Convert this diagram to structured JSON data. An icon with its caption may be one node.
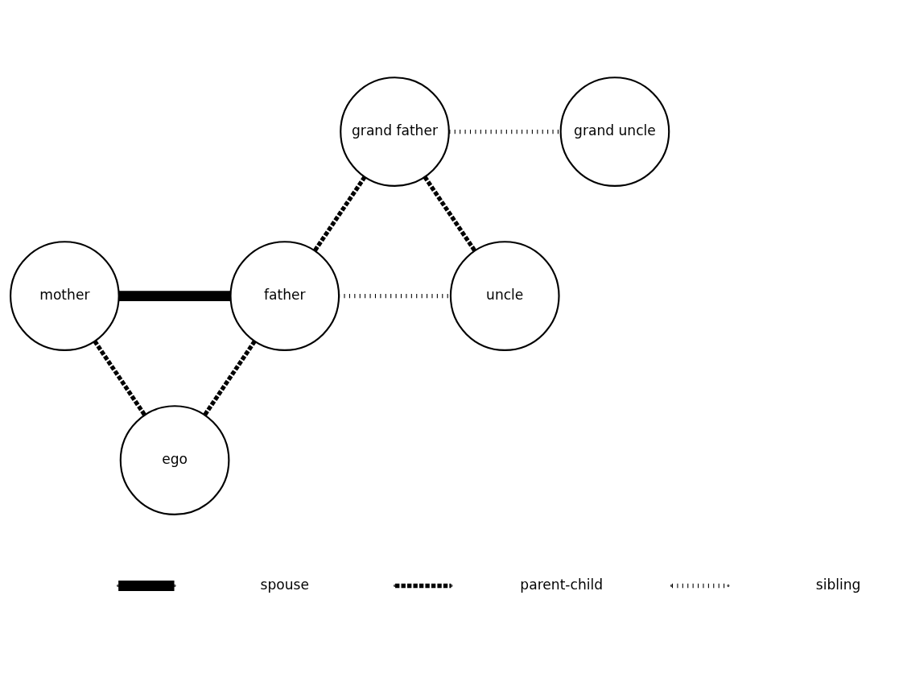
{
  "diagram": {
    "nodes": [
      {
        "text": [
          "grand father"
        ]
      },
      {
        "text": [
          "grand uncle"
        ]
      },
      {
        "text": [
          "mother"
        ]
      },
      {
        "text": [
          "father"
        ]
      },
      {
        "text": [
          "uncle"
        ]
      },
      {
        "text": [
          "ego"
        ]
      }
    ],
    "edges": [
      {
        "from": 0,
        "to": 1,
        "arrow": "none",
        "style": "dashed"
      },
      {
        "from": 0,
        "to": 3,
        "arrow": "none",
        "style": "dashed"
      },
      {
        "from": 0,
        "to": 4,
        "arrow": "none",
        "style": "dashed"
      },
      {
        "from": 2,
        "to": 3,
        "arrow": "none",
        "style": "thick"
      },
      {
        "from": 3,
        "to": 4,
        "arrow": "none",
        "style": "dashed"
      },
      {
        "from": 2,
        "to": 5,
        "arrow": "none",
        "style": "dashed"
      },
      {
        "from": 3,
        "to": 5,
        "arrow": "none",
        "style": "dashed"
      }
    ],
    "legend": [
      {
        "text": "spouse"
      },
      {
        "text": "parent-child"
      },
      {
        "text": "sibling"
      }
    ]
  }
}
